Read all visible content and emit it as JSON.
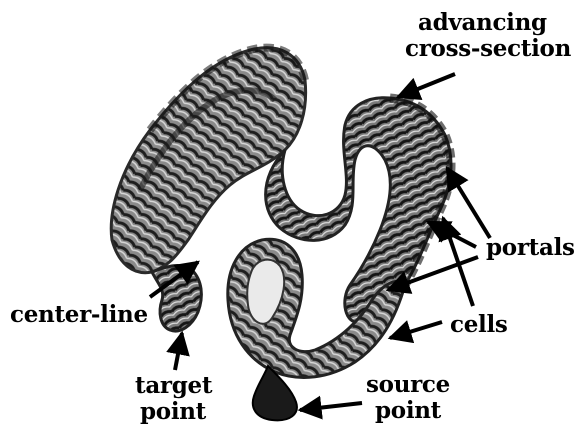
{
  "diagram": {
    "labels": {
      "advancing_line1": "advancing",
      "advancing_line2": "cross-section",
      "portals": "portals",
      "cells": "cells",
      "center_line": "center-line",
      "target_line1": "target",
      "target_line2": "point",
      "source_line1": "source",
      "source_line2": "point"
    },
    "colors": {
      "tissue_dark": "#2a2a2a",
      "tissue_mid": "#6e6e6e",
      "tissue_light": "#c8c8c8",
      "arrow": "#000000",
      "background": "#ffffff"
    }
  }
}
